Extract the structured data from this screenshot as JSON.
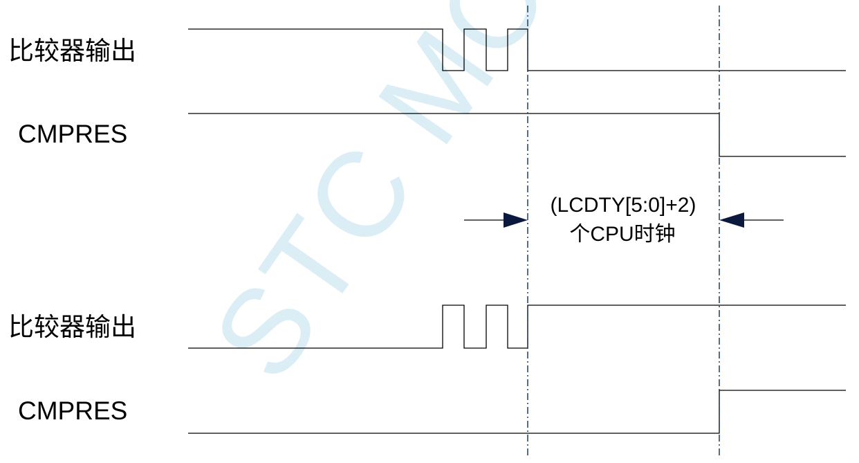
{
  "watermark": "STC MCU",
  "signals": {
    "comparator_output_1": "比较器输出",
    "cmpres_1": "CMPRES",
    "comparator_output_2": "比较器输出",
    "cmpres_2": "CMPRES"
  },
  "delay": {
    "formula": "(LCDTY[5:0]+2)",
    "unit": "个CPU时钟"
  },
  "colors": {
    "line": "#000000",
    "marker": "#1f3a5f",
    "arrow": "#0b1a3c",
    "watermark": "#dbeef6"
  }
}
